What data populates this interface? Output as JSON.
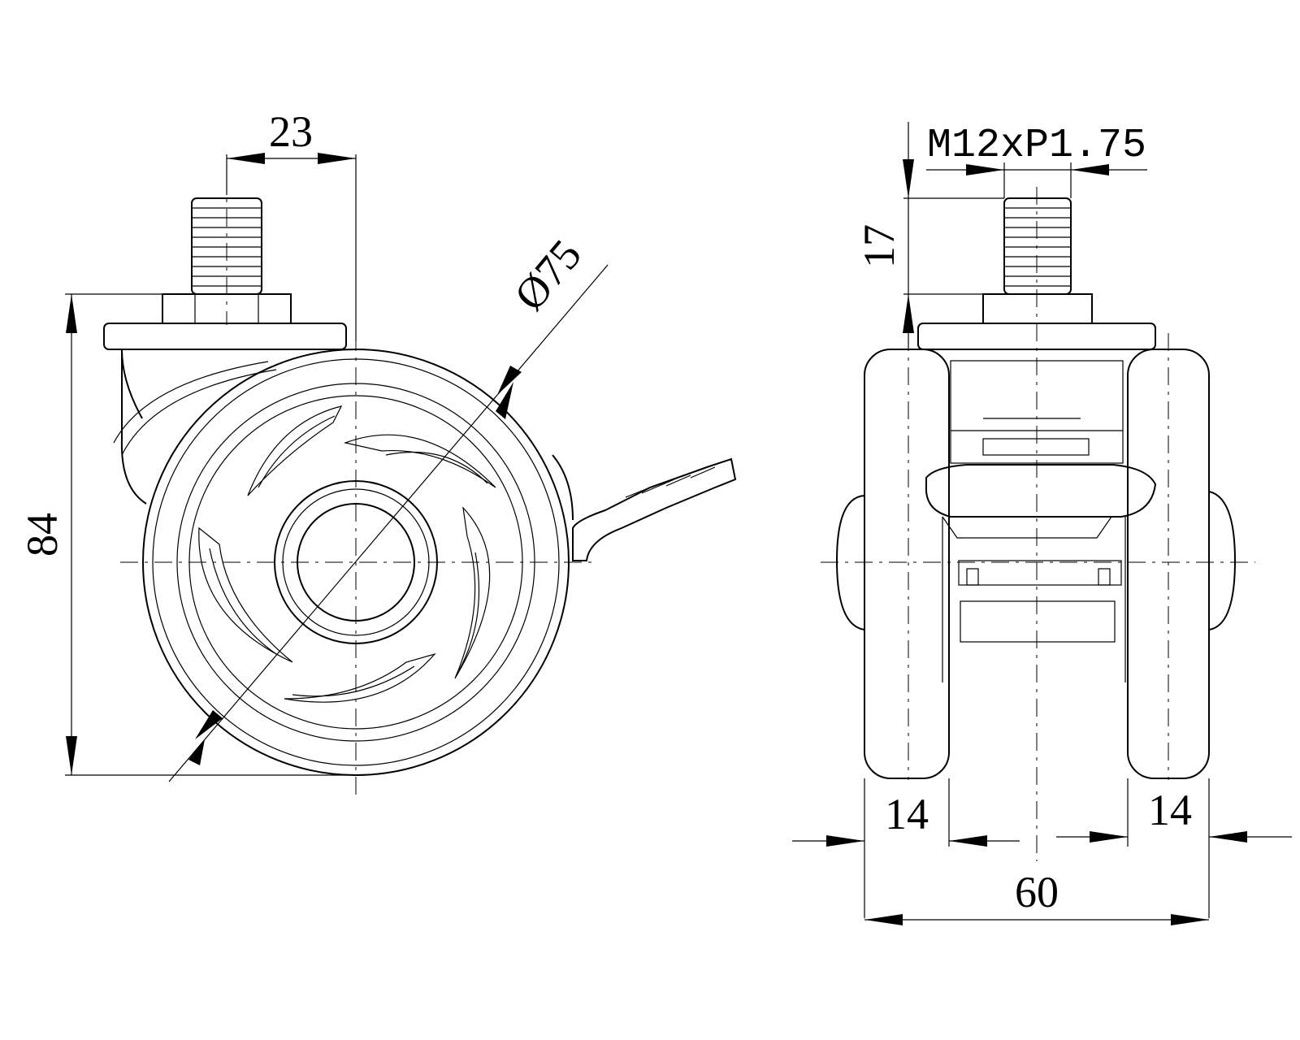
{
  "drawing": {
    "side_view": {
      "offset_label": "23",
      "diameter_label": "Ø75",
      "height_label": "84"
    },
    "front_view": {
      "thread_label": "M12xP1.75",
      "stem_length_label": "17",
      "left_wheel_width_label": "14",
      "right_wheel_width_label": "14",
      "overall_width_label": "60"
    }
  }
}
